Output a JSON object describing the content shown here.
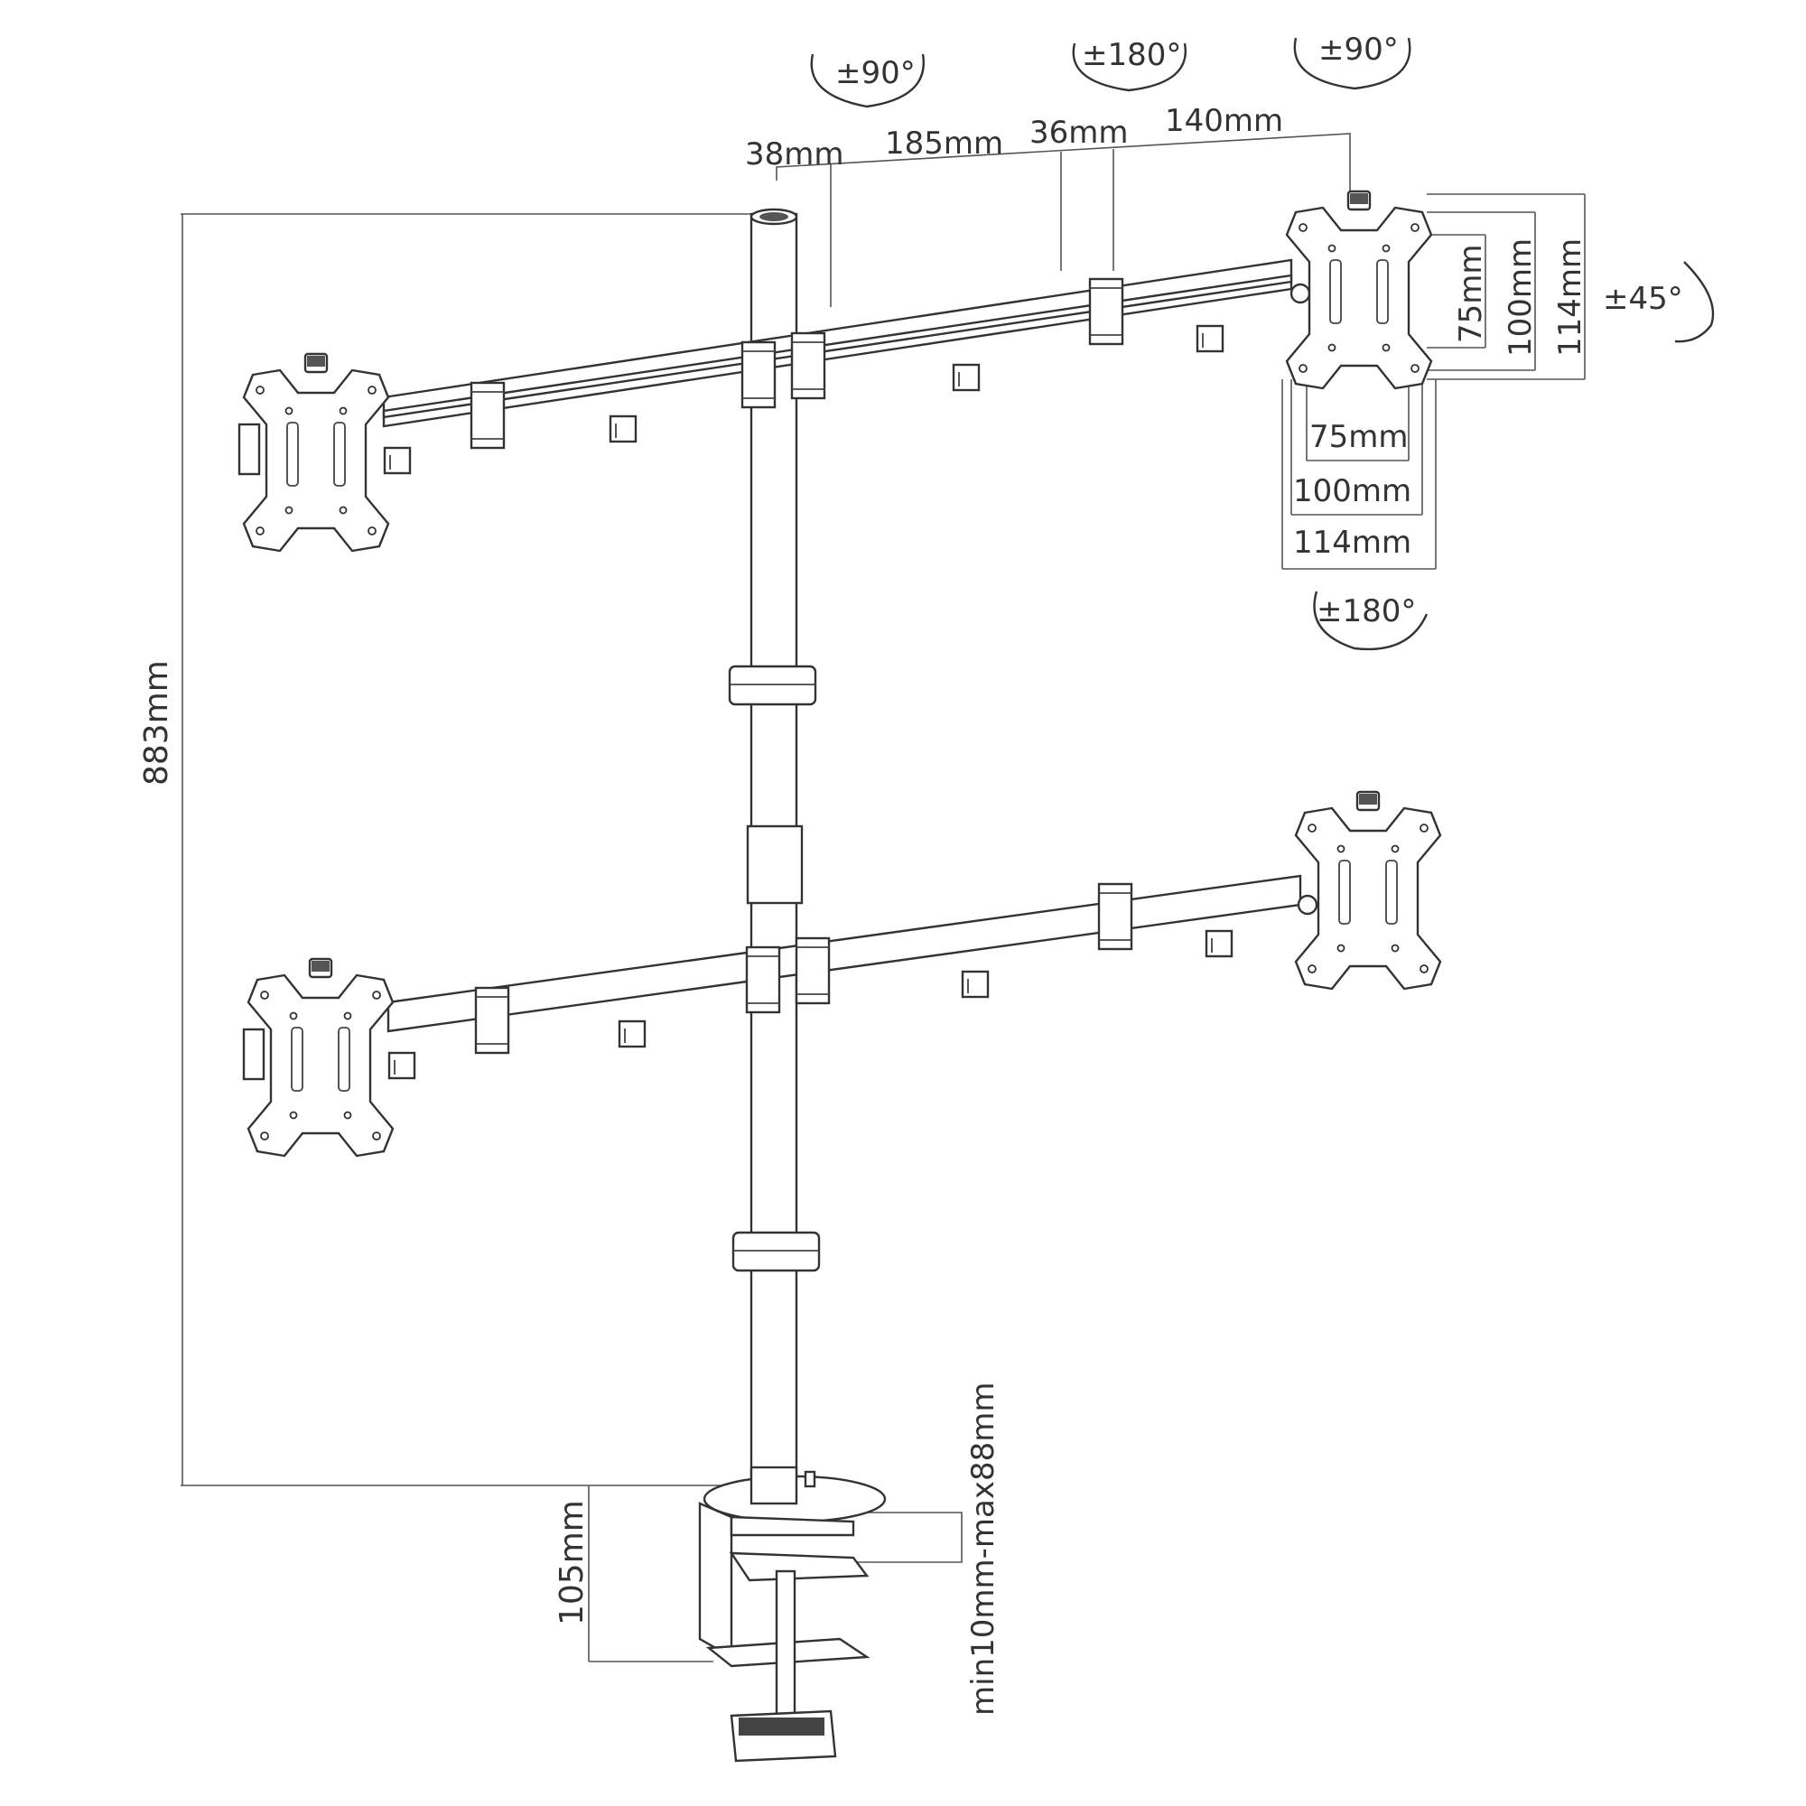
{
  "dimensions": {
    "top": [
      "38mm",
      "185mm",
      "36mm",
      "140mm"
    ],
    "total_height": "883mm",
    "clamp_height": "105mm",
    "desk_thickness": "min10mm-max88mm",
    "vesa_horizontal": [
      "75mm",
      "100mm",
      "114mm"
    ],
    "vesa_vertical": [
      "75mm",
      "100mm",
      "114mm"
    ]
  },
  "rotations": {
    "arm_left": "±90°",
    "arm_mid": "±180°",
    "arm_right": "±90°",
    "tilt": "±45°",
    "swivel": "±180°"
  }
}
